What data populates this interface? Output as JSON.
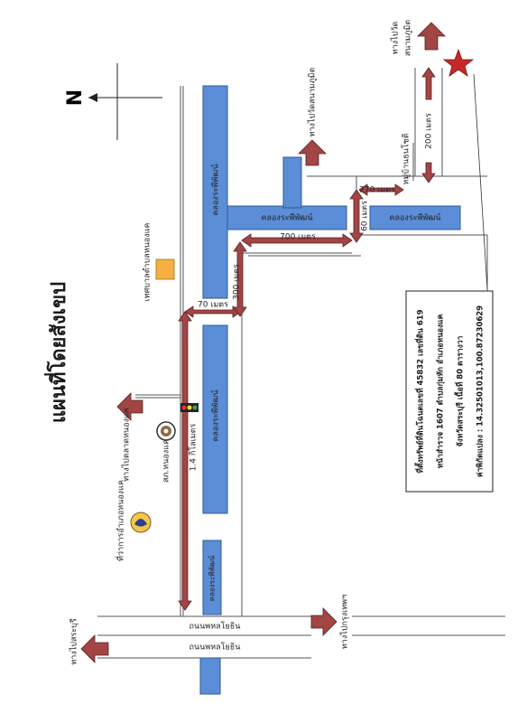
{
  "title": "แผนที่โดยสังเขป",
  "north_label": "N",
  "colors": {
    "canal": "#5b8ed6",
    "canal_stroke": "#2b5a9e",
    "arrow": "#a14545",
    "arrow_stroke": "#5a1e1e",
    "road": "#555555",
    "star": "#c62828",
    "landmark": "#f5b041"
  },
  "canal_labels": {
    "main_north": "คลองระพีพัฒน์",
    "mid": "คลองระพีพัฒน์",
    "east": "คลองระพีพัฒน์",
    "south": "คลองระพีพัฒน์",
    "far_south": "คลองระพีพัฒน์"
  },
  "roads": {
    "phahon_top": "ถนนพหลโยธิน",
    "phahon_bottom": "ถนนพหลโยธิน"
  },
  "distances": {
    "d_1_4km": "1.4 กิโลเมตร",
    "d_70": "70 เมตร",
    "d_300": "300 เมตร",
    "d_700": "700 เมตร",
    "d_60": "60 เมตร",
    "d_270": "270 เมตร",
    "d_200": "200 เมตร"
  },
  "places": {
    "saraburi_dir": "ทางไปสระบุรี",
    "bangkok_dir": "ทางไปกรุงเทพฯ",
    "market_dir": "ทางไปตลาดหนองแค",
    "wat_dir": "ทางไปวัดสนามภูมิต",
    "wat_dir_top_1": "ทางไปวัด",
    "wat_dir_top_2": "สนามภูมิต",
    "district_office": "ที่ว่าการอำเภอหนองแค",
    "police": "สภ.หนองแค",
    "municipality": "เทศบาลตำบลหนองแค",
    "village": "หมู่บ้านธนโชติ"
  },
  "info_box": {
    "line1": "ที่ตั้งทรัพย์ที่ดินโฉนดเลขที่ 45832 เลขที่ดิน 619",
    "line2": "หน้าสำรวจ 1607 ตำบลกุ่มหัก อำเภอหนองแค",
    "line3": "จังหวัดสระบุรี เนื้อที่ 80 ตารางวา",
    "line4": "ค่าพิกัดแปลง : 14.32501013,100.87230629"
  }
}
